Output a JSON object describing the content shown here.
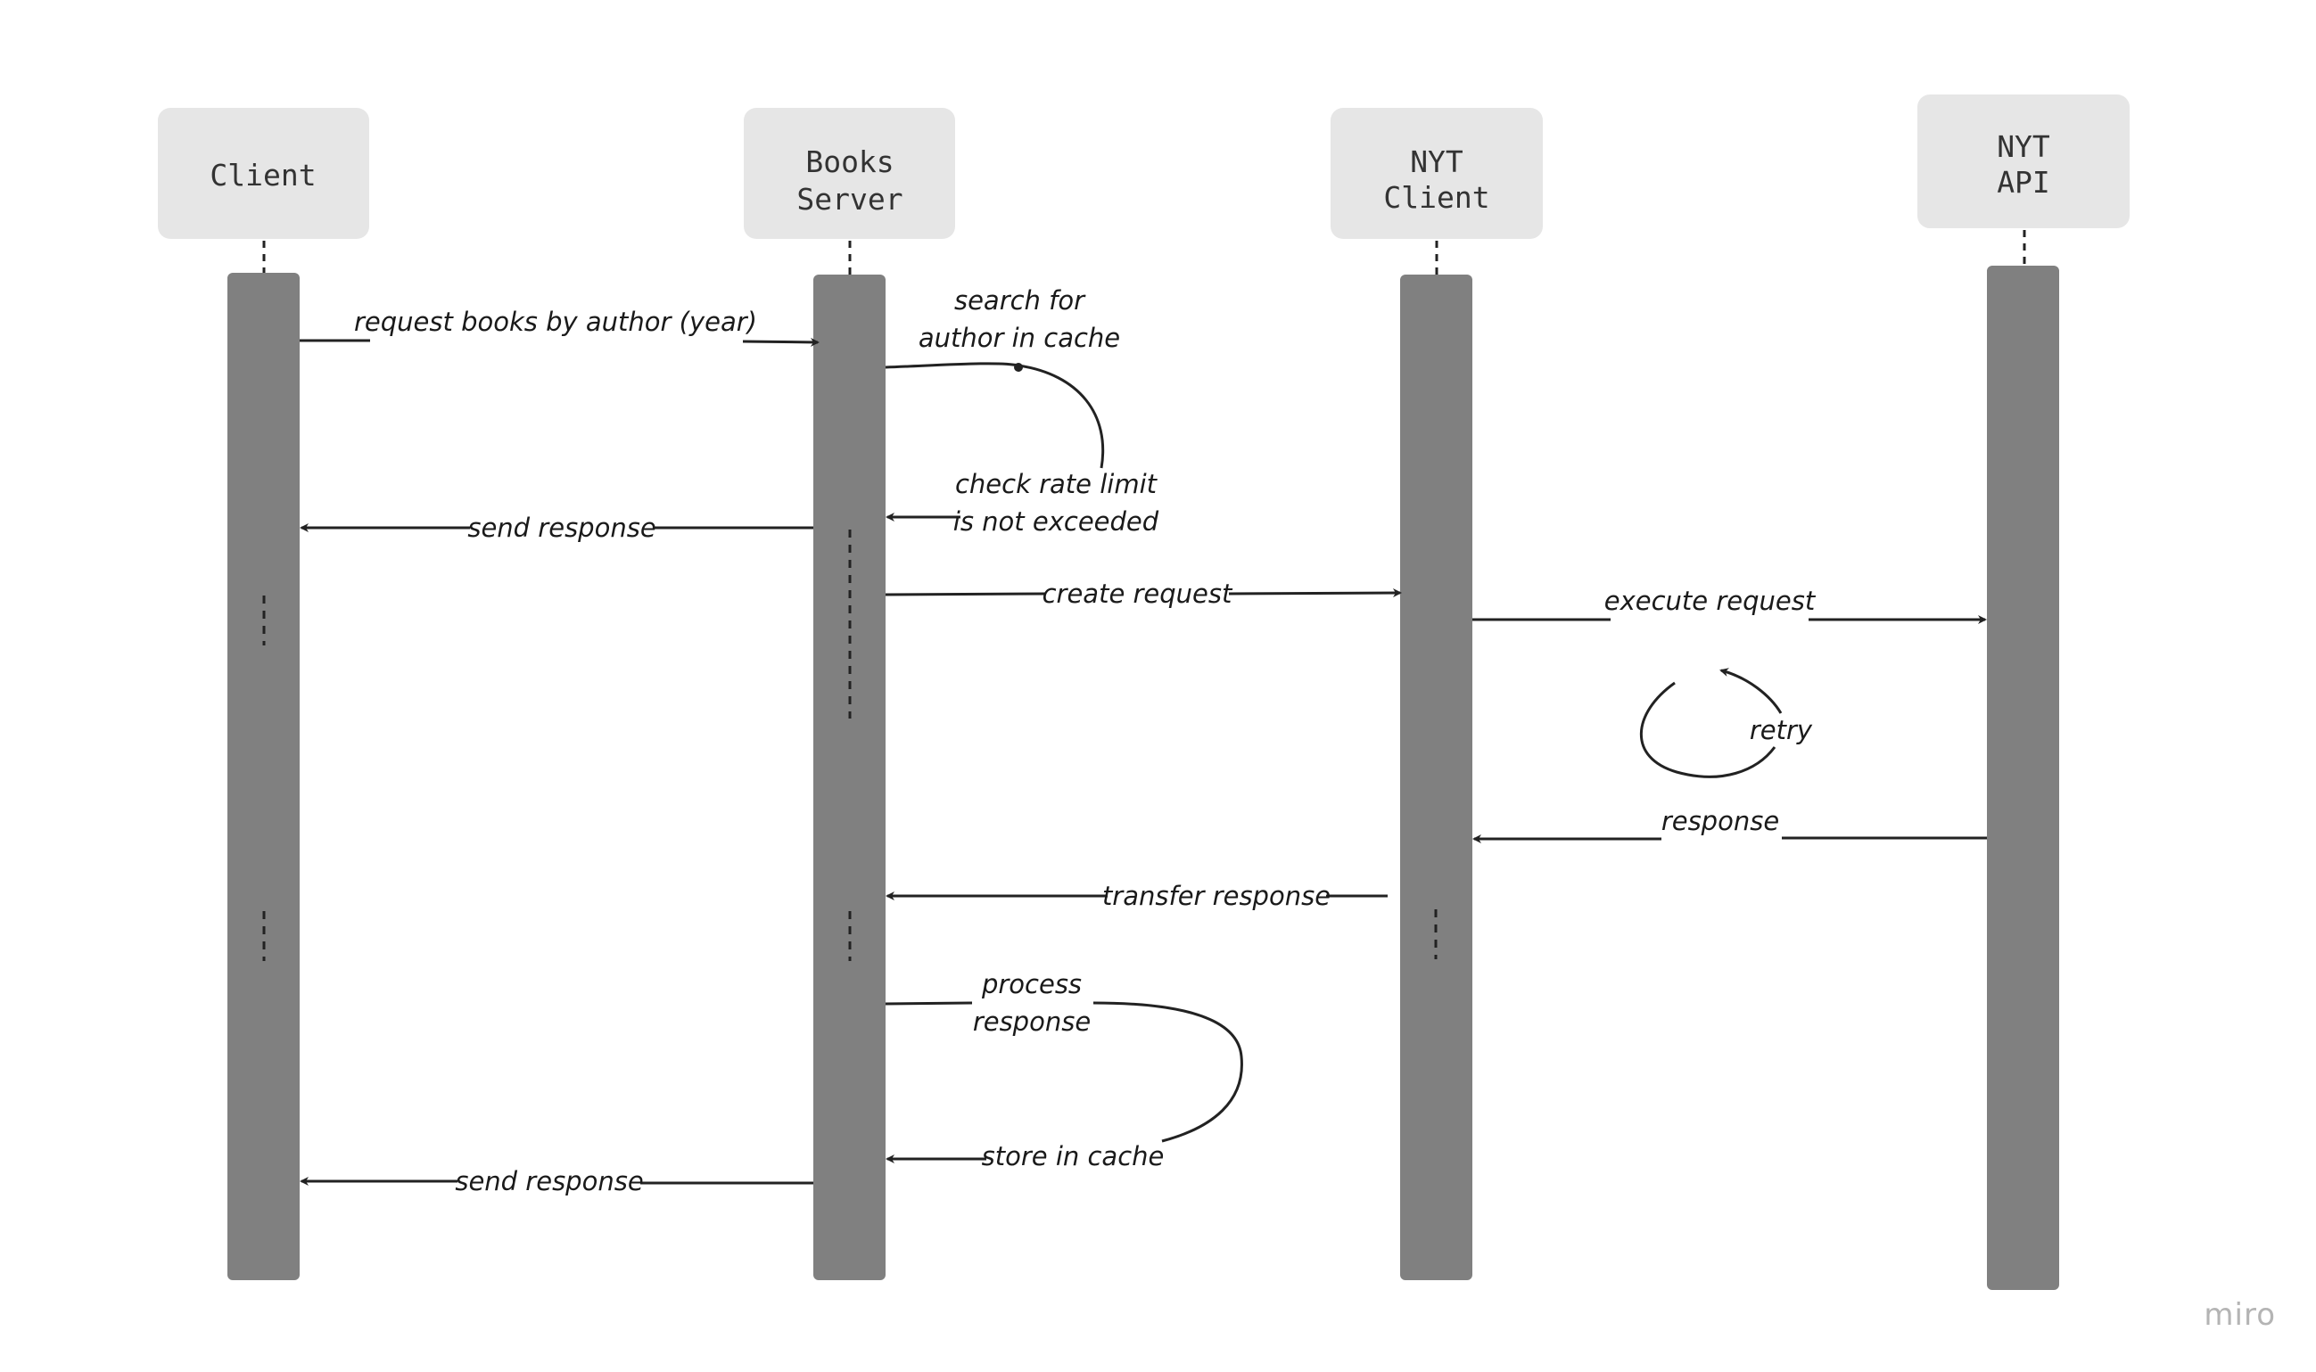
{
  "actors": [
    {
      "id": "client",
      "lines": [
        "Client"
      ]
    },
    {
      "id": "books-server",
      "lines": [
        "Books",
        "Server"
      ]
    },
    {
      "id": "nyt-client",
      "lines": [
        "NYT",
        "Client"
      ]
    },
    {
      "id": "nyt-api",
      "lines": [
        "NYT",
        "API"
      ]
    }
  ],
  "messages": {
    "request_books": "request books by author (year)",
    "search_cache_1": "search for",
    "search_cache_2": "author in cache",
    "rate_limit_1": "check rate limit",
    "rate_limit_2": "is not exceeded",
    "send_response_1": "send response",
    "create_request": "create request",
    "execute_request": "execute request",
    "retry": "retry",
    "response": "response",
    "transfer_response": "transfer response",
    "process_response_1": "process",
    "process_response_2": "response",
    "store_cache": "store in cache",
    "send_response_2": "send response"
  },
  "watermark": "miro",
  "colors": {
    "actor_box": "#e6e6e6",
    "lifeline_bar": "#808080",
    "arrow": "#222222",
    "text": "#1a1a1a"
  }
}
